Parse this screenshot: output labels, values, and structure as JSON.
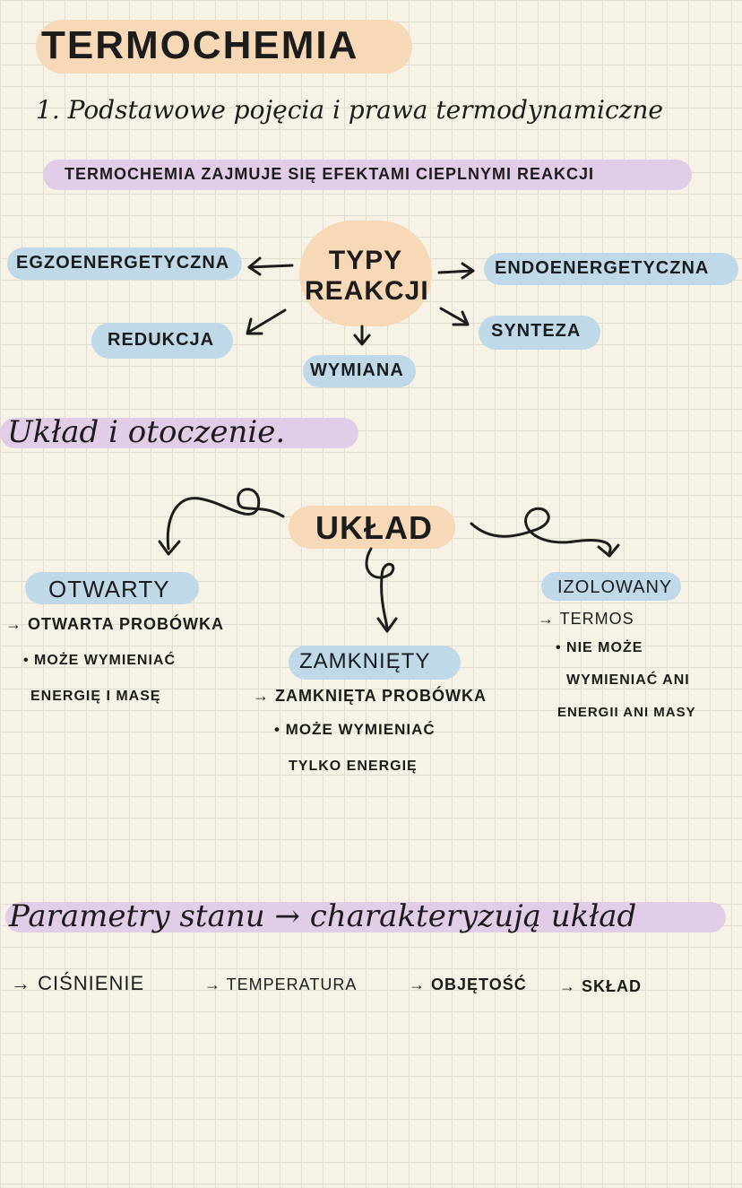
{
  "title": "Termochemia",
  "subtitle": "1. Podstawowe pojęcia i prawa termodynamiczne",
  "definition": "Termochemia zajmuje się efektami cieplnymi reakcji",
  "reactions": {
    "center": "Typy reakcji",
    "left": "Egzoenergetyczna",
    "right": "Endoenergetyczna",
    "bottom_left": "Redukcja",
    "bottom": "Wymiana",
    "bottom_right": "Synteza"
  },
  "section2": "Układ i otoczenie.",
  "system": {
    "center": "Układ",
    "open": {
      "label": "Otwarty",
      "example": "→ Otwarta probówka",
      "desc_1": "• Może wymieniać",
      "desc_2": "energię i masę"
    },
    "closed": {
      "label": "Zamknięty",
      "example": "→ Zamknięta probówka",
      "desc_1": "• Może wymieniać",
      "desc_2": "tylko energię"
    },
    "isolated": {
      "label": "Izolowany",
      "example": "→ Termos",
      "desc_1": "• Nie może",
      "desc_2": "wymieniać ani",
      "desc_3": "energii ani masy"
    }
  },
  "params": {
    "heading": "Parametry stanu → charakteryzują układ",
    "items": [
      "→ Ciśnienie",
      "→ Temperatura",
      "→ Objętość",
      "→ Skład"
    ]
  }
}
